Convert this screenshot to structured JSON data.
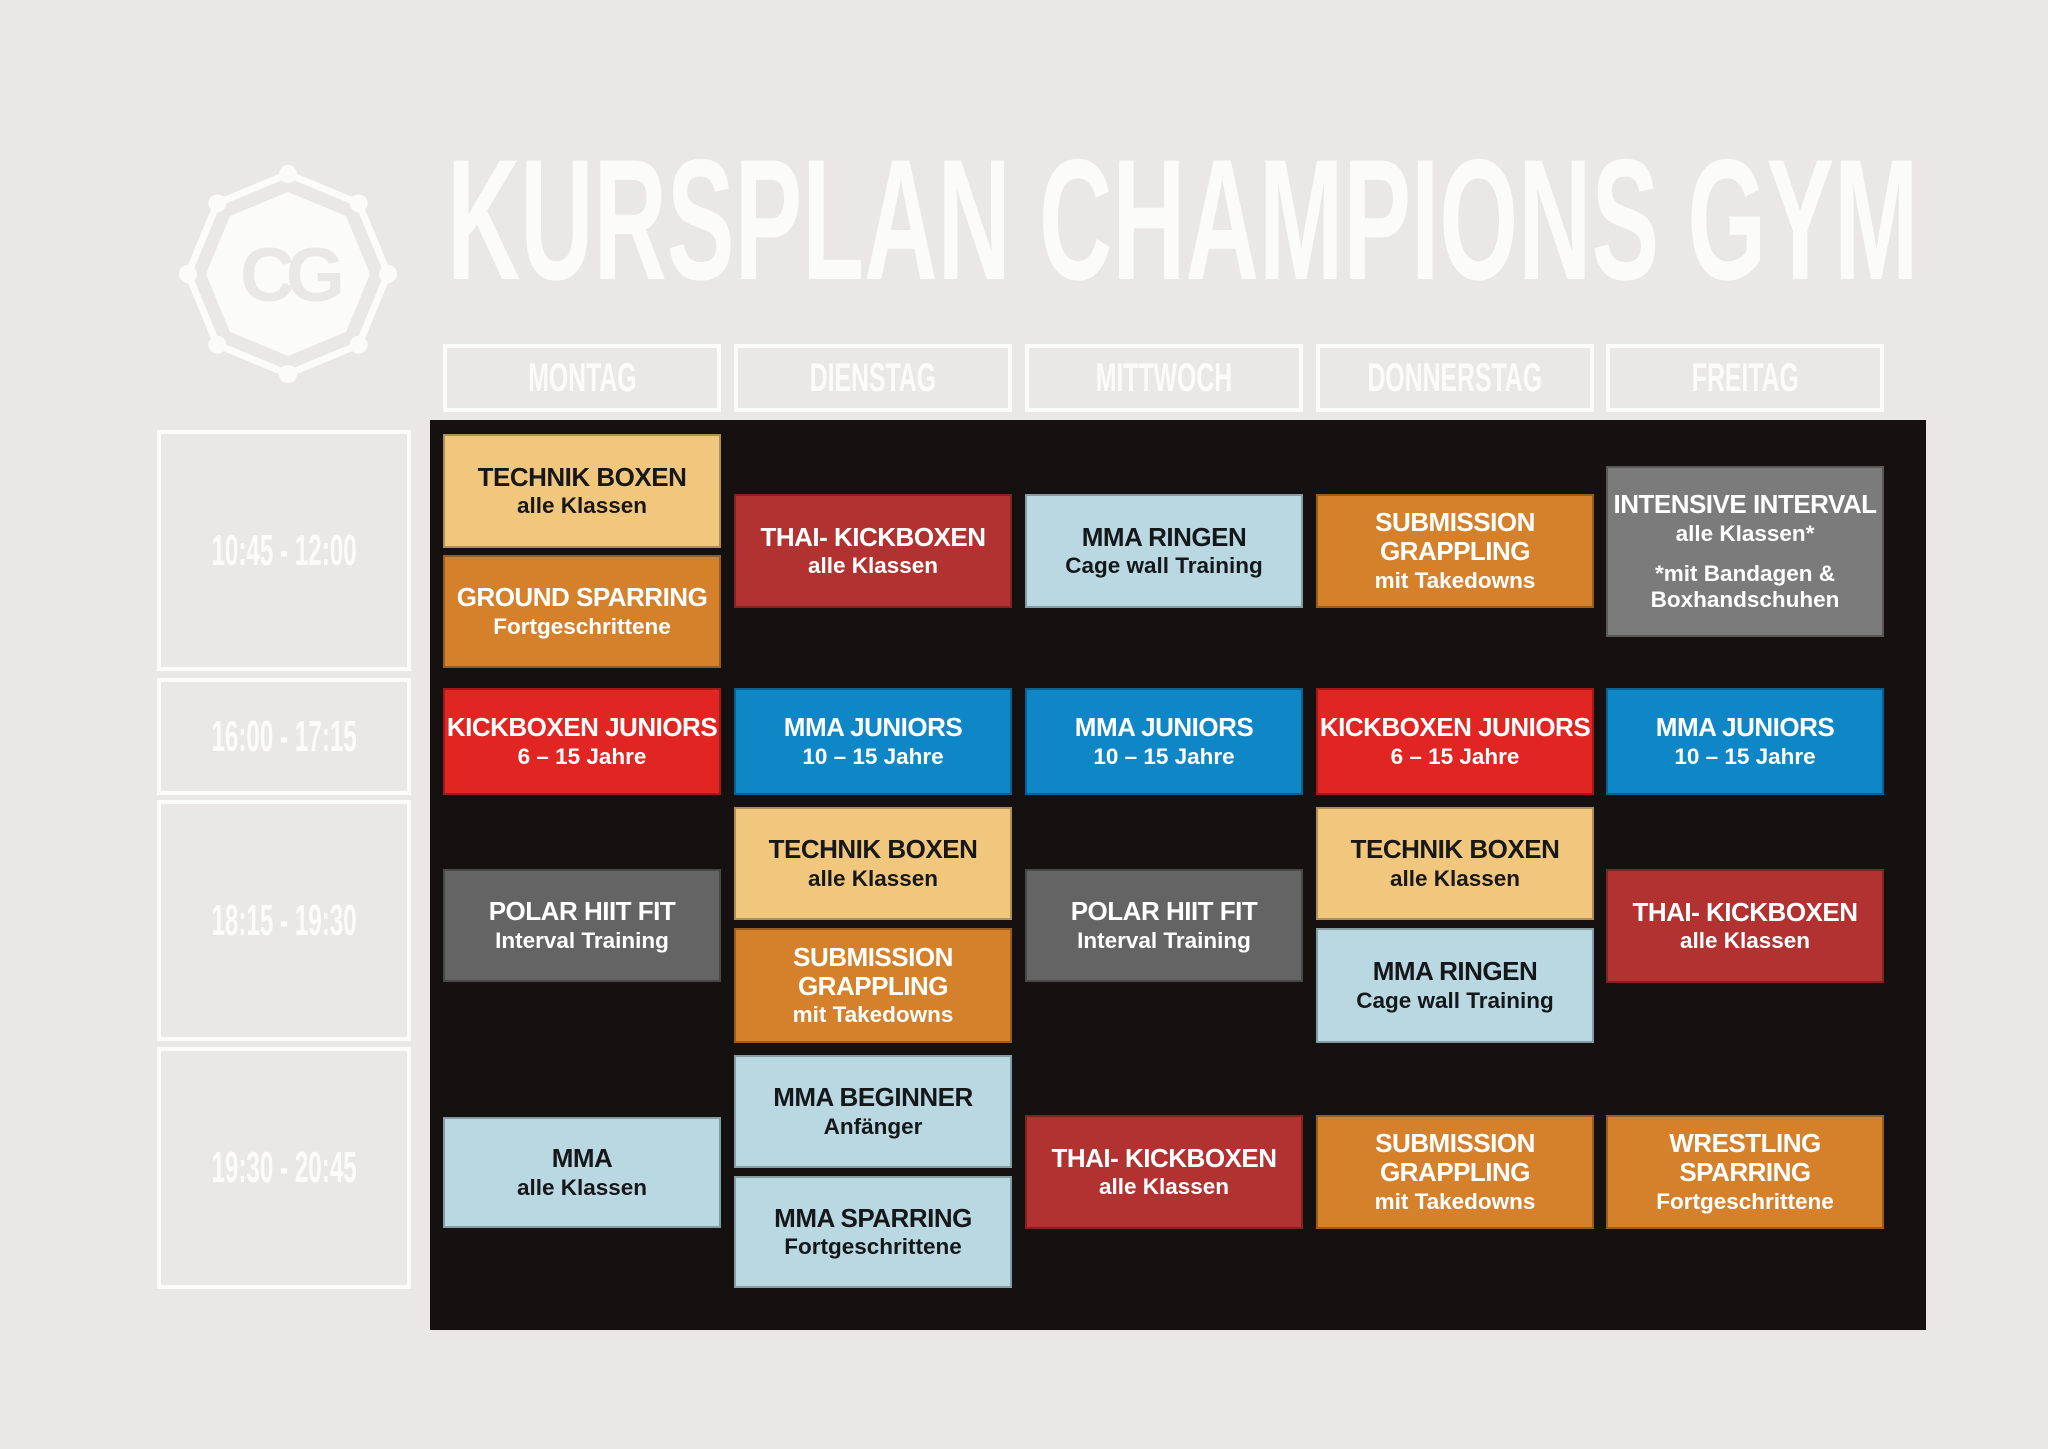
{
  "title": "KURSPLAN CHAMPIONS GYM",
  "logo": {
    "monogram": "CG"
  },
  "days": [
    "MONTAG",
    "DIENSTAG",
    "MITTWOCH",
    "DONNERSTAG",
    "FREITAG"
  ],
  "time_slots": [
    "10:45 - 12:00",
    "16:00 - 17:15",
    "18:15 - 19:30",
    "19:30 - 20:45"
  ],
  "palette": {
    "background": "#e9e8e6",
    "board_black": "#141110",
    "white": "#fbfbfa",
    "tan": "#f1c77d",
    "orange": "#d5812b",
    "dark_red": "#b13231",
    "bright_red": "#e02522",
    "blue": "#0f86c5",
    "light_blue": "#bad8e2",
    "dark_gray": "#646464",
    "medium_gray": "#7b7b7b"
  },
  "cells": [
    {
      "day": "MONTAG",
      "slot": "10:45 - 12:00",
      "title": "TECHNIK BOXEN",
      "subtitle": "alle Klassen",
      "color": "tan"
    },
    {
      "day": "MONTAG",
      "slot": "10:45 - 12:00",
      "title": "GROUND SPARRING",
      "subtitle": "Fortgeschrittene",
      "color": "orange"
    },
    {
      "day": "DIENSTAG",
      "slot": "10:45 - 12:00",
      "title": "THAI- KICKBOXEN",
      "subtitle": "alle Klassen",
      "color": "dark_red"
    },
    {
      "day": "MITTWOCH",
      "slot": "10:45 - 12:00",
      "title": "MMA RINGEN",
      "subtitle": "Cage wall Training",
      "color": "light_blue"
    },
    {
      "day": "DONNERSTAG",
      "slot": "10:45 - 12:00",
      "title": "SUBMISSION GRAPPLING",
      "subtitle": "mit Takedowns",
      "color": "orange"
    },
    {
      "day": "FREITAG",
      "slot": "10:45 - 12:00",
      "title": "INTENSIVE INTERVAL",
      "subtitle": "alle Klassen*",
      "note": "*mit Bandagen & Boxhandschuhen",
      "color": "medium_gray"
    },
    {
      "day": "MONTAG",
      "slot": "16:00 - 17:15",
      "title": "KICKBOXEN JUNIORS",
      "subtitle": "6 – 15 Jahre",
      "color": "bright_red"
    },
    {
      "day": "DIENSTAG",
      "slot": "16:00 - 17:15",
      "title": "MMA JUNIORS",
      "subtitle": "10 – 15 Jahre",
      "color": "blue"
    },
    {
      "day": "MITTWOCH",
      "slot": "16:00 - 17:15",
      "title": "MMA JUNIORS",
      "subtitle": "10 – 15 Jahre",
      "color": "blue"
    },
    {
      "day": "DONNERSTAG",
      "slot": "16:00 - 17:15",
      "title": "KICKBOXEN JUNIORS",
      "subtitle": "6 – 15 Jahre",
      "color": "bright_red"
    },
    {
      "day": "FREITAG",
      "slot": "16:00 - 17:15",
      "title": "MMA JUNIORS",
      "subtitle": "10 – 15 Jahre",
      "color": "blue"
    },
    {
      "day": "MONTAG",
      "slot": "18:15 - 19:30",
      "title": "POLAR HIIT FIT",
      "subtitle": "Interval Training",
      "color": "dark_gray"
    },
    {
      "day": "DIENSTAG",
      "slot": "18:15 - 19:30",
      "title": "TECHNIK BOXEN",
      "subtitle": "alle Klassen",
      "color": "tan"
    },
    {
      "day": "DIENSTAG",
      "slot": "18:15 - 19:30",
      "title": "SUBMISSION GRAPPLING",
      "subtitle": "mit Takedowns",
      "color": "orange"
    },
    {
      "day": "MITTWOCH",
      "slot": "18:15 - 19:30",
      "title": "POLAR HIIT FIT",
      "subtitle": "Interval Training",
      "color": "dark_gray"
    },
    {
      "day": "DONNERSTAG",
      "slot": "18:15 - 19:30",
      "title": "TECHNIK BOXEN",
      "subtitle": "alle Klassen",
      "color": "tan"
    },
    {
      "day": "DONNERSTAG",
      "slot": "18:15 - 19:30",
      "title": "MMA RINGEN",
      "subtitle": "Cage wall Training",
      "color": "light_blue"
    },
    {
      "day": "FREITAG",
      "slot": "18:15 - 19:30",
      "title": "THAI- KICKBOXEN",
      "subtitle": "alle Klassen",
      "color": "dark_red"
    },
    {
      "day": "MONTAG",
      "slot": "19:30 - 20:45",
      "title": "MMA",
      "subtitle": "alle Klassen",
      "color": "light_blue"
    },
    {
      "day": "DIENSTAG",
      "slot": "19:30 - 20:45",
      "title": "MMA BEGINNER",
      "subtitle": "Anfänger",
      "color": "light_blue"
    },
    {
      "day": "DIENSTAG",
      "slot": "19:30 - 20:45",
      "title": "MMA SPARRING",
      "subtitle": "Fortgeschrittene",
      "color": "light_blue"
    },
    {
      "day": "MITTWOCH",
      "slot": "19:30 - 20:45",
      "title": "THAI- KICKBOXEN",
      "subtitle": "alle Klassen",
      "color": "dark_red"
    },
    {
      "day": "DONNERSTAG",
      "slot": "19:30 - 20:45",
      "title": "SUBMISSION GRAPPLING",
      "subtitle": "mit Takedowns",
      "color": "orange"
    },
    {
      "day": "FREITAG",
      "slot": "19:30 - 20:45",
      "title": "WRESTLING SPARRING",
      "subtitle": "Fortgeschrittene",
      "color": "orange"
    }
  ]
}
